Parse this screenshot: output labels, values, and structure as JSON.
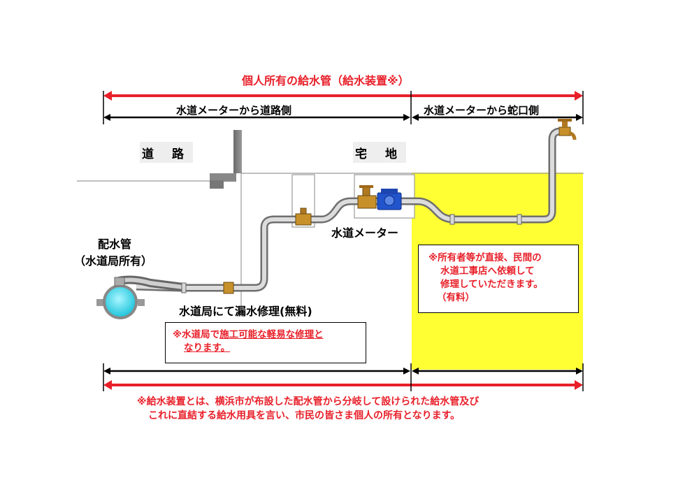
{
  "titles": {
    "private_pipe": "個人所有の給水管（給水装置※）",
    "meter_to_road": "水道メーターから道路側",
    "meter_to_tap": "水道メーターから蛇口側"
  },
  "areas": {
    "road": "道 路",
    "house": "宅 地"
  },
  "labels": {
    "main_pipe": "配水管",
    "main_pipe_owner": "（水道局所有）",
    "water_meter": "水道メーター",
    "bureau_repair": "水道局にて漏水修理(無料)"
  },
  "notes": {
    "bureau_prefix": "※水道局で",
    "bureau_underlined": "施工可能な軽易な修理と",
    "bureau_line2": "なります。",
    "owner_line1": "※所有者等が直接、民間の",
    "owner_line2": "水道工事店へ依頼して",
    "owner_line3": "修理していただきます。",
    "owner_line4": "（有料）"
  },
  "footnote": {
    "line1": "※給水装置とは、横浜市が布設した配水管から分岐して設けられた給水管及び",
    "line2": "これに直結する給水用具を言い、市民の皆さま個人の所有となります。"
  },
  "colors": {
    "accent_red": "#e8202a",
    "owner_area_yellow": "#ffff33",
    "pipe_gray": "#c8c8c8",
    "main_pipe_cyan": "#55e0ee",
    "meter_blue": "#2255cc",
    "valve_brass": "#c8902a"
  }
}
